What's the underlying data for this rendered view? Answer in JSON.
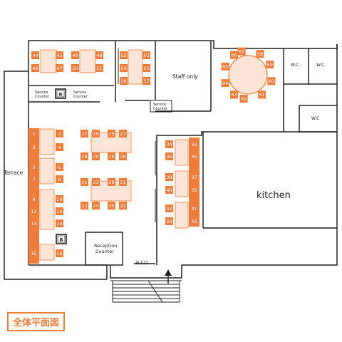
{
  "title": "全体平面図",
  "colors": {
    "accent": "#ee7c3a",
    "wall": "#222222",
    "table_fill": "#fbe5d6",
    "seat": "#ee7c3a"
  },
  "rooms": {
    "terrace": "Terrace",
    "staff_only": "Staff only",
    "kitchen": "kitchen",
    "reception_line1": "Reception",
    "reception_line2": "Counter",
    "entrance": "出入口",
    "wc": "W.C",
    "service_line1": "Service",
    "service_line2": "Counter",
    "b_mark": "B"
  },
  "seats": {
    "left": [
      "1",
      "2",
      "3",
      "4",
      "5",
      "6",
      "7",
      "8",
      "9",
      "10",
      "11",
      "12",
      "13",
      "14",
      "15",
      "16"
    ],
    "center": [
      "17",
      "18",
      "19",
      "20",
      "21",
      "22",
      "23",
      "24",
      "25",
      "26",
      "27",
      "28",
      "29",
      "30",
      "31",
      "32"
    ],
    "right": [
      "33",
      "34",
      "35",
      "36",
      "37",
      "38",
      "39",
      "40",
      "41",
      "42",
      "43",
      "44"
    ],
    "upper": [
      "44",
      "45",
      "46",
      "47",
      "48",
      "49",
      "50",
      "51",
      "52",
      "53",
      "54",
      "55",
      "56",
      "57"
    ],
    "round": [
      "58",
      "59",
      "60",
      "61",
      "62",
      "63",
      "64",
      "65",
      "66",
      "67"
    ]
  }
}
